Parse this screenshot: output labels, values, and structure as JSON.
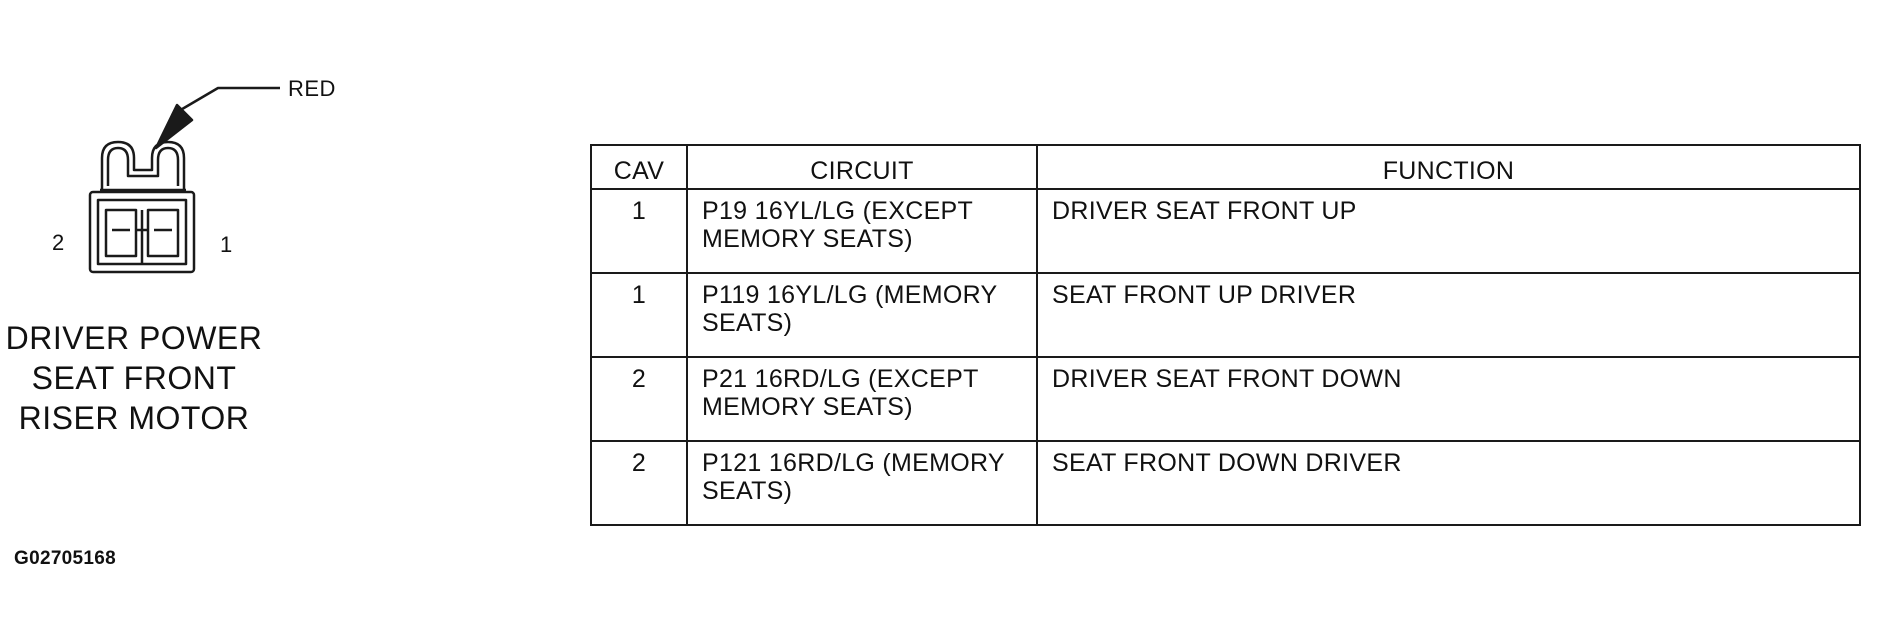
{
  "diagram": {
    "wire_color_label": "RED",
    "pin_left_label": "2",
    "pin_right_label": "1",
    "title_lines": [
      "DRIVER POWER",
      "SEAT FRONT",
      "RISER MOTOR"
    ],
    "figure_id": "G02705168"
  },
  "table": {
    "headers": {
      "cav": "CAV",
      "circuit": "CIRCUIT",
      "function": "FUNCTION"
    },
    "rows": [
      {
        "cav": "1",
        "circuit_line1": "P19 16YL/LG (EXCEPT",
        "circuit_line2": "MEMORY SEATS)",
        "function": "DRIVER SEAT FRONT UP"
      },
      {
        "cav": "1",
        "circuit_line1": "P119 16YL/LG (MEMORY",
        "circuit_line2": "SEATS)",
        "function": "SEAT FRONT UP DRIVER"
      },
      {
        "cav": "2",
        "circuit_line1": "P21 16RD/LG (EXCEPT",
        "circuit_line2": "MEMORY SEATS)",
        "function": "DRIVER SEAT FRONT DOWN"
      },
      {
        "cav": "2",
        "circuit_line1": "P121 16RD/LG (MEMORY",
        "circuit_line2": "SEATS)",
        "function": "SEAT FRONT DOWN DRIVER"
      }
    ]
  }
}
